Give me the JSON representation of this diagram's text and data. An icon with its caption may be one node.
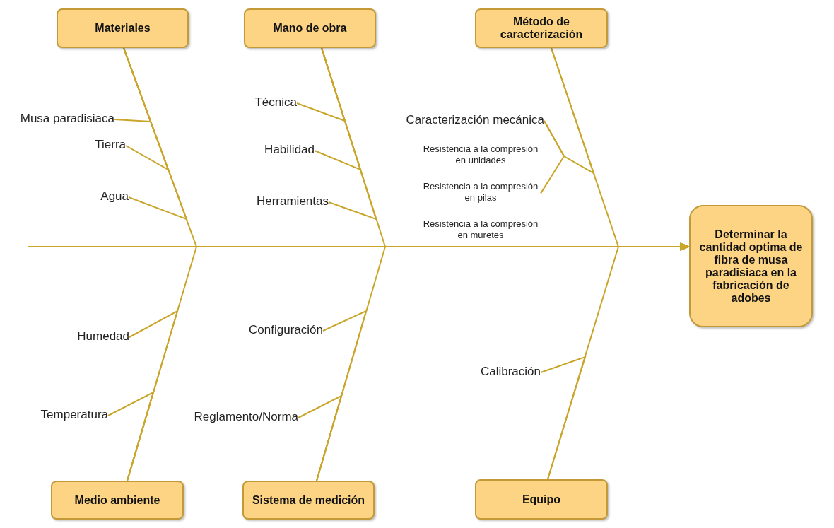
{
  "diagram": {
    "nodes": [
      {
        "text": [
          "Materiales"
        ]
      },
      {
        "text": [
          "Mano de obra"
        ]
      },
      {
        "text": [
          "Método de caracterización"
        ]
      },
      {
        "text": [
          "Medio ambiente"
        ]
      },
      {
        "text": [
          "Sistema de medición"
        ]
      },
      {
        "text": [
          "Equipo"
        ]
      },
      {
        "text": [
          "Determinar la cantidad optima de fibra de musa paradisiaca en la fabricación de adobes"
        ]
      },
      {
        "text": [
          "Musa paradisiaca"
        ]
      },
      {
        "text": [
          "Tierra"
        ]
      },
      {
        "text": [
          "Agua"
        ]
      },
      {
        "text": [
          "Técnica"
        ]
      },
      {
        "text": [
          "Habilidad"
        ]
      },
      {
        "text": [
          "Herramientas"
        ]
      },
      {
        "text": [
          "Caracterización mecánica"
        ]
      },
      {
        "text": [
          "Resistencia a la compresión en unidades"
        ]
      },
      {
        "text": [
          "Resistencia a la compresión en pilas"
        ]
      },
      {
        "text": [
          "Resistencia a la compresión en muretes"
        ]
      },
      {
        "text": [
          "Humedad"
        ]
      },
      {
        "text": [
          "Temperatura"
        ]
      },
      {
        "text": [
          "Configuración"
        ]
      },
      {
        "text": [
          "Reglamento/Norma"
        ]
      },
      {
        "text": [
          "Calibración"
        ]
      }
    ],
    "edges": [
      {
        "from": null,
        "to": 6,
        "arrow": "to"
      },
      {
        "from": 0,
        "to": 6,
        "arrow": "to"
      },
      {
        "from": 1,
        "to": 6,
        "arrow": "to"
      },
      {
        "from": 2,
        "to": 6,
        "arrow": "to"
      },
      {
        "from": 3,
        "to": 6,
        "arrow": "to"
      },
      {
        "from": 4,
        "to": 6,
        "arrow": "to"
      },
      {
        "from": 5,
        "to": 6,
        "arrow": "to"
      },
      {
        "from": 7,
        "to": 0,
        "arrow": "none"
      },
      {
        "from": 8,
        "to": 0,
        "arrow": "none"
      },
      {
        "from": 9,
        "to": 0,
        "arrow": "none"
      },
      {
        "from": 10,
        "to": 1,
        "arrow": "none"
      },
      {
        "from": 11,
        "to": 1,
        "arrow": "none"
      },
      {
        "from": 12,
        "to": 1,
        "arrow": "none"
      },
      {
        "from": 13,
        "to": 2,
        "arrow": "none"
      },
      {
        "from": 15,
        "to": 13,
        "arrow": "none"
      },
      {
        "from": 17,
        "to": 3,
        "arrow": "none"
      },
      {
        "from": 18,
        "to": 3,
        "arrow": "none"
      },
      {
        "from": 19,
        "to": 4,
        "arrow": "none"
      },
      {
        "from": 20,
        "to": 4,
        "arrow": "none"
      },
      {
        "from": 21,
        "to": 5,
        "arrow": "none"
      }
    ]
  }
}
